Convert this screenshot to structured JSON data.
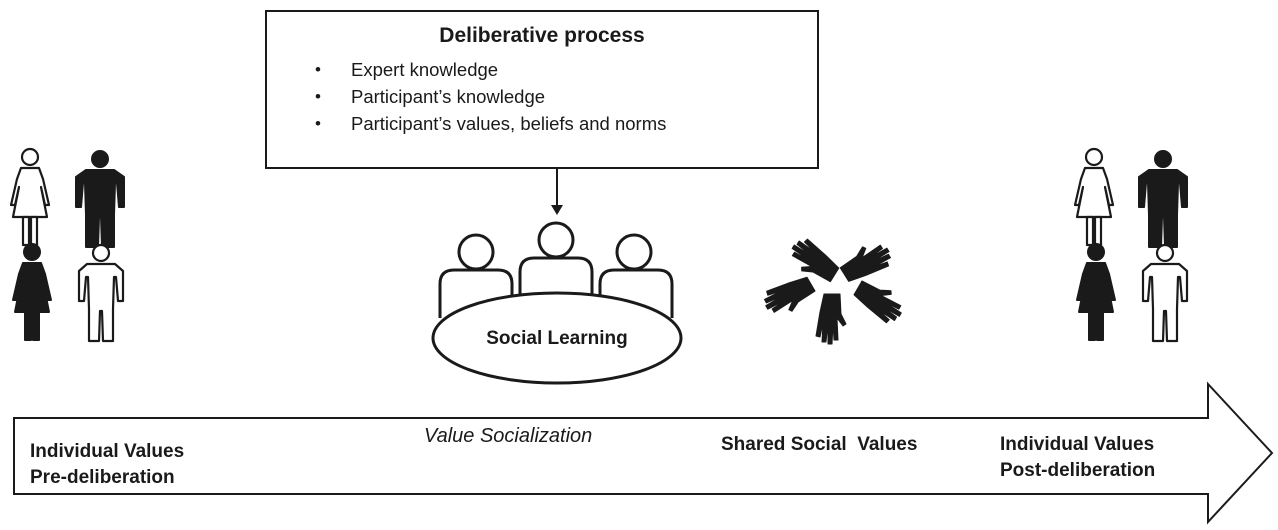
{
  "process_box": {
    "title": "Deliberative process",
    "items": [
      "Expert knowledge",
      "Participant’s knowledge",
      "Participant’s values, beliefs and norms"
    ]
  },
  "center": {
    "label": "Social Learning"
  },
  "timeline": {
    "stage1_line1": "Individual Values",
    "stage1_line2": "Pre-deliberation",
    "stage2": "Value Socialization",
    "stage3": "Shared Social  Values",
    "stage4_line1": "Individual Values",
    "stage4_line2": "Post-deliberation"
  },
  "icons": {
    "people_left": "group-of-four-people-icon",
    "people_right": "group-of-four-people-icon",
    "meeting": "round-table-meeting-icon",
    "hands": "five-joined-hands-icon"
  },
  "colors": {
    "ink": "#1a1a1a",
    "background": "#ffffff"
  }
}
